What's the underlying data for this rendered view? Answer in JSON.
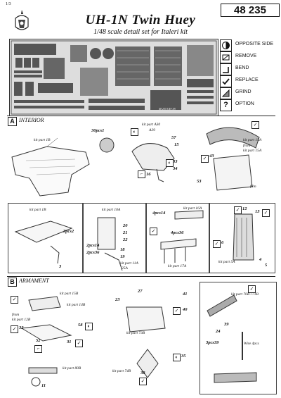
{
  "page": {
    "number": "1/3"
  },
  "header": {
    "title": "UH-1N Twin Huey",
    "subtitle": "1/48 scale detail set for Italeri kit",
    "set_number": "48 235"
  },
  "legend": [
    {
      "icon": "opposite-side-icon",
      "label": "OPPOSITE SIDE"
    },
    {
      "icon": "remove-icon",
      "label": "REMOVE"
    },
    {
      "icon": "bend-icon",
      "label": "BEND"
    },
    {
      "icon": "replace-icon",
      "label": "REPLACE"
    },
    {
      "icon": "grind-icon",
      "label": "GRIND"
    },
    {
      "icon": "option-icon",
      "label": "OPTION",
      "glyph": "?"
    }
  ],
  "sections": {
    "a": {
      "letter": "A",
      "title": "INTERIOR"
    },
    "b": {
      "letter": "B",
      "title": "ARMAMENT"
    }
  },
  "labels": {
    "a1_count": "30pcs1",
    "a1_part": "kit part 1B",
    "a2_part1": "kit part A30",
    "a2_part2": "A29",
    "a2_57": "57",
    "a2_15": "15",
    "a2_33": "33",
    "a2_34": "34",
    "a2_16": "16",
    "a3_part1": "kit part 15A",
    "a3_from": "from",
    "a3_part2": "kit part 15A",
    "a3_43": "43",
    "a3_53": "53",
    "a3_film": "film",
    "a4_part": "kit part 1B",
    "a4_3pcs": "3pcs2",
    "a4_3": "3",
    "a5_part": "kit part 10A",
    "a5_20": "20",
    "a5_21": "21",
    "a5_22": "22",
    "a5_2pcs14": "2pcs14",
    "a5_2pcs36": "2pcs36",
    "a5_18": "18",
    "a5_19": "19",
    "a5_part11": "kit part 11A",
    "a5_25": "25A",
    "a6_4pcs14": "4pcs14",
    "a6_part16": "kit part 16A",
    "a6_4pcs36": "4pcs36",
    "a6_part17": "kit part 17A",
    "a7_12": "12",
    "a7_13": "13",
    "a7_6": "6",
    "a7_part": "kit part 5A",
    "a7_4": "4",
    "a7_5": "5",
    "b1_part15": "kit part 15B",
    "b1_part14": "kit part 14B",
    "b1_from": "from",
    "b1_part12": "kit part 12B",
    "b1_32": "32",
    "b1_52": "52",
    "b1_31": "31",
    "b1_58": "58",
    "b2_23": "23",
    "b2_27": "27",
    "b2_41": "41",
    "b2_40": "40",
    "b2_part73": "kit part 73B",
    "b2_35": "35",
    "b2_part74": "kit part 74B",
    "b2_38": "38",
    "b3_part": "kit part 70B+71B",
    "b3_39": "39",
    "b3_24": "24",
    "b3_3pcs39": "3pcs39",
    "b3_wire": "Wire 4pcs",
    "b4_part": "kit part 80B",
    "b4_11": "11",
    "fret_code": "48 235 UH-1N"
  }
}
